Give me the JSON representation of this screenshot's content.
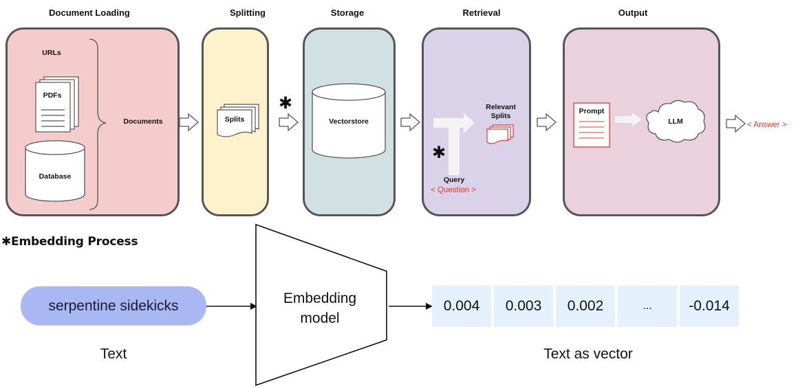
{
  "stages": {
    "loading": "Document Loading",
    "splitting": "Splitting",
    "storage": "Storage",
    "retrieval": "Retrieval",
    "output": "Output"
  },
  "loading": {
    "urls": "URLs",
    "pdfs": "PDFs",
    "database": "Database",
    "documents": "Documents"
  },
  "splitting": {
    "splits": "Splits"
  },
  "storage": {
    "vectorstore": "Vectorstore"
  },
  "retrieval": {
    "relevant_splits": "Relevant Splits",
    "query": "Query",
    "question": "< Question >"
  },
  "output": {
    "prompt": "Prompt",
    "llm": "LLM",
    "answer": "< Answer >"
  },
  "asterisk": "✱",
  "embedding": {
    "heading": "✱Embedding Process",
    "input_text": "serpentine sidekicks",
    "model_label": "Embedding model",
    "text_caption": "Text",
    "vector": [
      "0.004",
      "0.003",
      "0.002",
      "...",
      "-0.014"
    ],
    "vector_caption": "Text as vector"
  },
  "colors": {
    "loading_bg": "#f4cccc",
    "splitting_bg": "#fdf2cc",
    "storage_bg": "#d0e0e3",
    "retrieval_bg": "#d9d2e9",
    "output_bg": "#ead1dc",
    "accent_red": "#e53935",
    "pill_bg": "#a9b8f3",
    "vector_bg": "#e4f0fb"
  }
}
